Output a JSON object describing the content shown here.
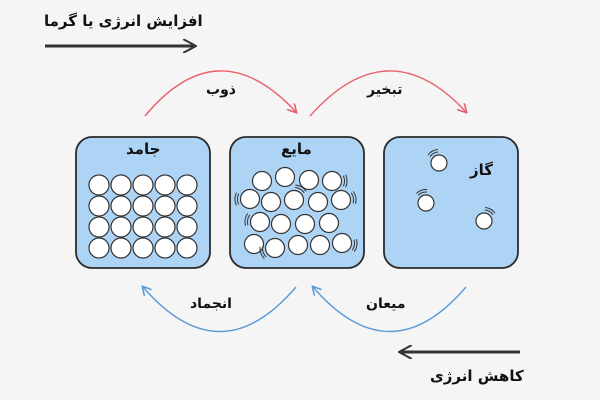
{
  "diagram": {
    "energy_increase_label": "افزایش انرژی یا گرما",
    "energy_decrease_label": "کاهش انرژی",
    "states": {
      "solid": "جامد",
      "liquid": "مایع",
      "gas": "گاز"
    },
    "transitions": {
      "melting": "ذوب",
      "evaporation": "تبخیر",
      "condensation": "میعان",
      "freezing": "انجماد"
    },
    "colors": {
      "box_fill": "#aed4f5",
      "box_stroke": "#2b2b2b",
      "heating_arrow": "#e9606a",
      "cooling_arrow": "#5b9bd8",
      "energy_arrow": "#333333",
      "particle_fill": "#ffffff"
    }
  }
}
